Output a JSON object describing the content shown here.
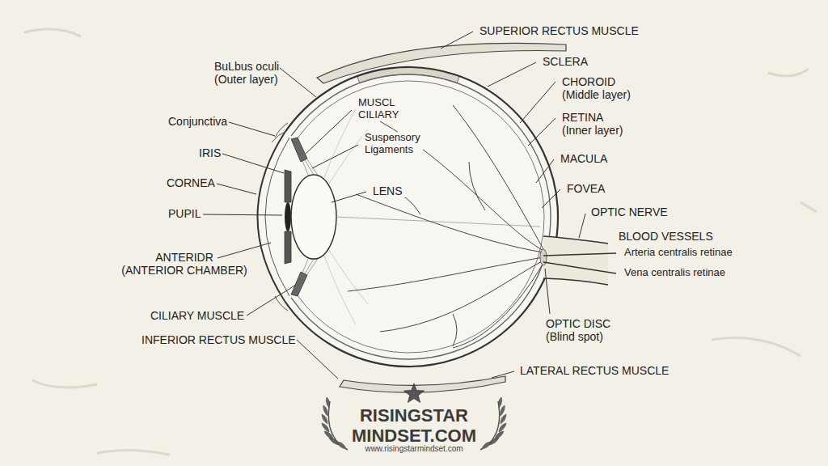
{
  "diagram": {
    "labels": [
      "SUPERIOR RECTUS MUSCLE",
      "BuLbus oculi (Outer layer)",
      "SCLERA",
      "MUSCL CILIARY",
      "CHOROID (Middle layer)",
      "Conjunctiva",
      "Suspensory Ligaments",
      "RETINA (Inner layer)",
      "IRIS",
      "MACULA",
      "CORNEA",
      "LENS",
      "FOVEA",
      "PUPIL",
      "OPTIC NERVE",
      "BLOOD VESSELS",
      "Arteria centralis retinae",
      "ANTERIDR (ANTERIOR CHAMBER)",
      "Vena centralis retinae",
      "CILIARY MUSCLE",
      "OPTIC DISC (Blind spot)",
      "INFERIOR RECTUS MUSCLE",
      "LATERAL RECTUS MUSCLE",
      "RISINGSTAR MINDSET.COM",
      "www.risingstarmindset.com"
    ]
  }
}
